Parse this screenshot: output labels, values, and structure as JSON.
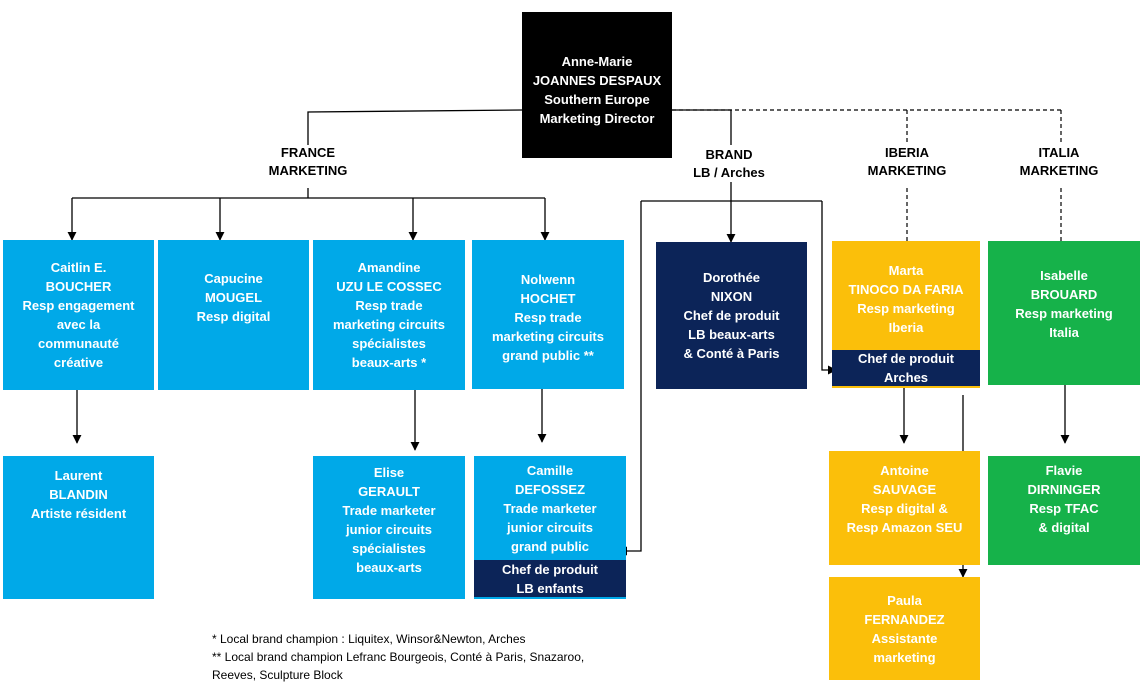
{
  "colors": {
    "director": "#000000",
    "france": "#00a9e8",
    "brand": "#0c2458",
    "iberia": "#fbbf0a",
    "italia": "#16b24a",
    "text_light": "#ffffff",
    "connector": "#000000"
  },
  "director": {
    "lines": [
      "Anne-Marie",
      "JOANNES  DESPAUX",
      "Southern Europe",
      "Marketing Director"
    ]
  },
  "headings": {
    "france": [
      "FRANCE",
      "MARKETING"
    ],
    "brand": [
      "BRAND",
      "LB / Arches"
    ],
    "iberia": [
      "IBERIA",
      "MARKETING"
    ],
    "italia": [
      "ITALIA",
      "MARKETING"
    ]
  },
  "people": {
    "caitlin": [
      "Caitlin E.",
      "BOUCHER",
      "Resp engagement",
      "avec la",
      "communauté",
      "créative"
    ],
    "capucine": [
      "Capucine",
      "MOUGEL",
      "Resp digital"
    ],
    "amandine": [
      "Amandine",
      "UZU LE COSSEC",
      "Resp trade",
      "marketing circuits",
      "spécialistes",
      "beaux-arts *"
    ],
    "nolwenn": [
      "Nolwenn",
      "HOCHET",
      "Resp trade",
      "marketing circuits",
      "grand public **"
    ],
    "dorothee": [
      "Dorothée",
      "NIXON",
      "Chef de produit",
      "LB beaux-arts",
      "& Conté à Paris"
    ],
    "marta": [
      "Marta",
      "TINOCO DA FARIA",
      "Resp marketing",
      "Iberia"
    ],
    "marta_extra": [
      "Chef de produit",
      "Arches"
    ],
    "isabelle": [
      "Isabelle",
      "BROUARD",
      "Resp marketing",
      "Italia"
    ],
    "laurent": [
      "Laurent",
      "BLANDIN",
      "Artiste résident"
    ],
    "elise": [
      "Elise",
      "GERAULT",
      "Trade marketer",
      "junior circuits",
      "spécialistes",
      "beaux-arts"
    ],
    "camille": [
      "Camille",
      "DEFOSSEZ",
      "Trade marketer",
      "junior circuits",
      "grand public"
    ],
    "camille_extra": [
      "Chef de produit",
      "LB enfants"
    ],
    "antoine": [
      "Antoine",
      "SAUVAGE",
      "Resp digital &",
      "Resp Amazon  SEU"
    ],
    "paula": [
      "Paula",
      "FERNANDEZ",
      "Assistante",
      "marketing"
    ],
    "flavie": [
      "Flavie",
      "DIRNINGER",
      "Resp TFAC",
      "& digital"
    ]
  },
  "footnotes": [
    "* Local brand champion  : Liquitex,  Winsor&Newton,  Arches",
    "** Local brand champion   Lefranc Bourgeois, Conté à Paris, Snazaroo,",
    "Reeves, Sculpture  Block"
  ]
}
